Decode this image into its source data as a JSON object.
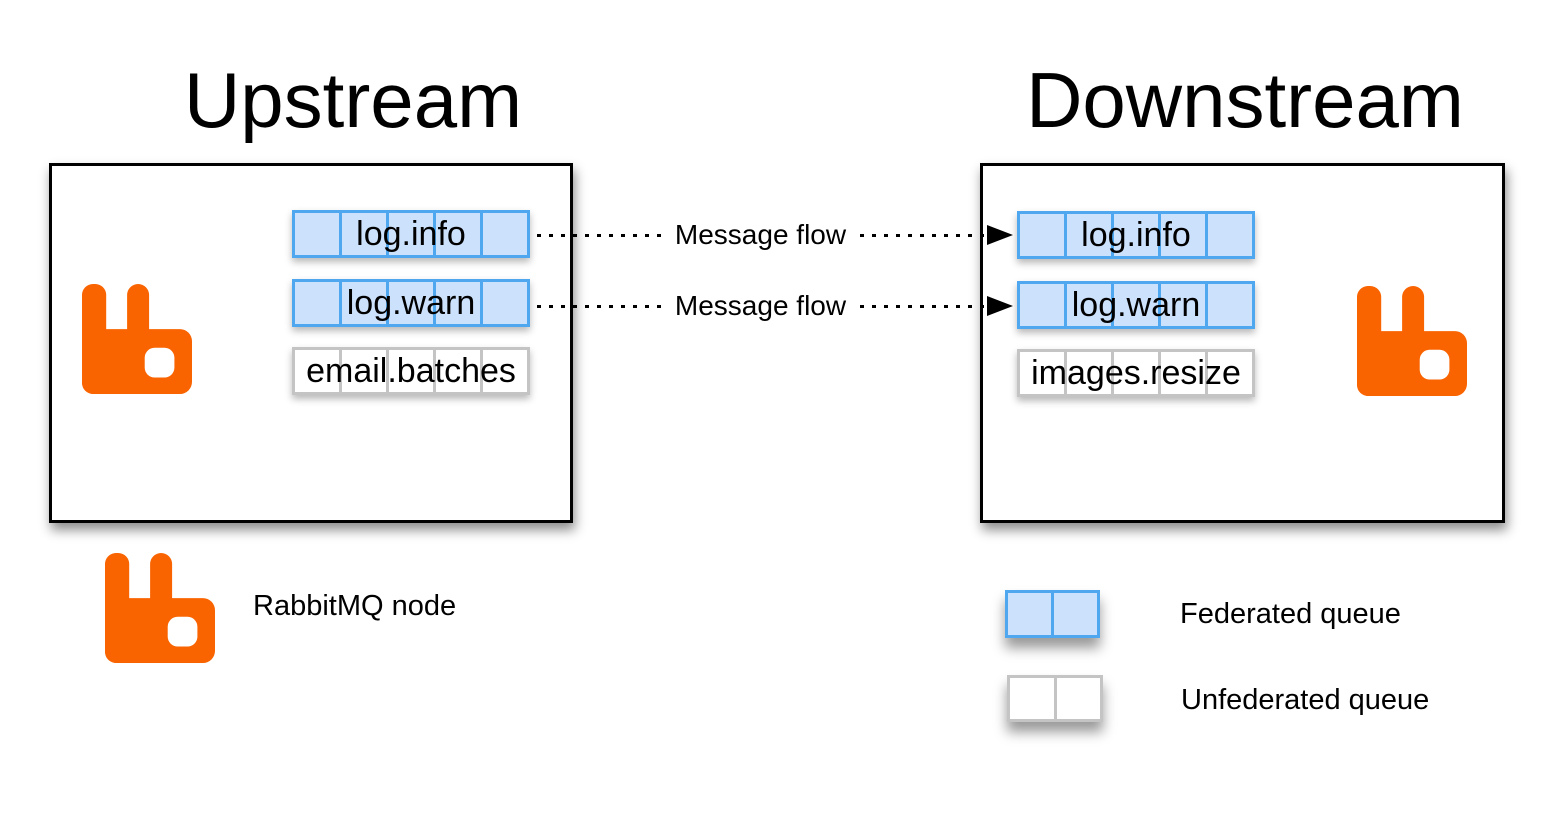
{
  "colors": {
    "federated_fill": "#CCE1FB",
    "federated_border": "#4FA7F0",
    "unfederated_fill": "#FFFFFF",
    "unfederated_border": "#C4C4C4",
    "rabbit_orange": "#F96400",
    "outline": "#000000"
  },
  "diagram": {
    "upstream": {
      "title": "Upstream",
      "queues": [
        {
          "label": "log.info",
          "federated": true
        },
        {
          "label": "log.warn",
          "federated": true
        },
        {
          "label": "email.batches",
          "federated": false
        }
      ]
    },
    "downstream": {
      "title": "Downstream",
      "queues": [
        {
          "label": "log.info",
          "federated": true
        },
        {
          "label": "log.warn",
          "federated": true
        },
        {
          "label": "images.resize",
          "federated": false
        }
      ]
    },
    "flows": [
      {
        "label": "Message flow"
      },
      {
        "label": "Message flow"
      }
    ],
    "legend": {
      "node_label": "RabbitMQ node",
      "federated_label": "Federated queue",
      "unfederated_label": "Unfederated queue"
    }
  }
}
